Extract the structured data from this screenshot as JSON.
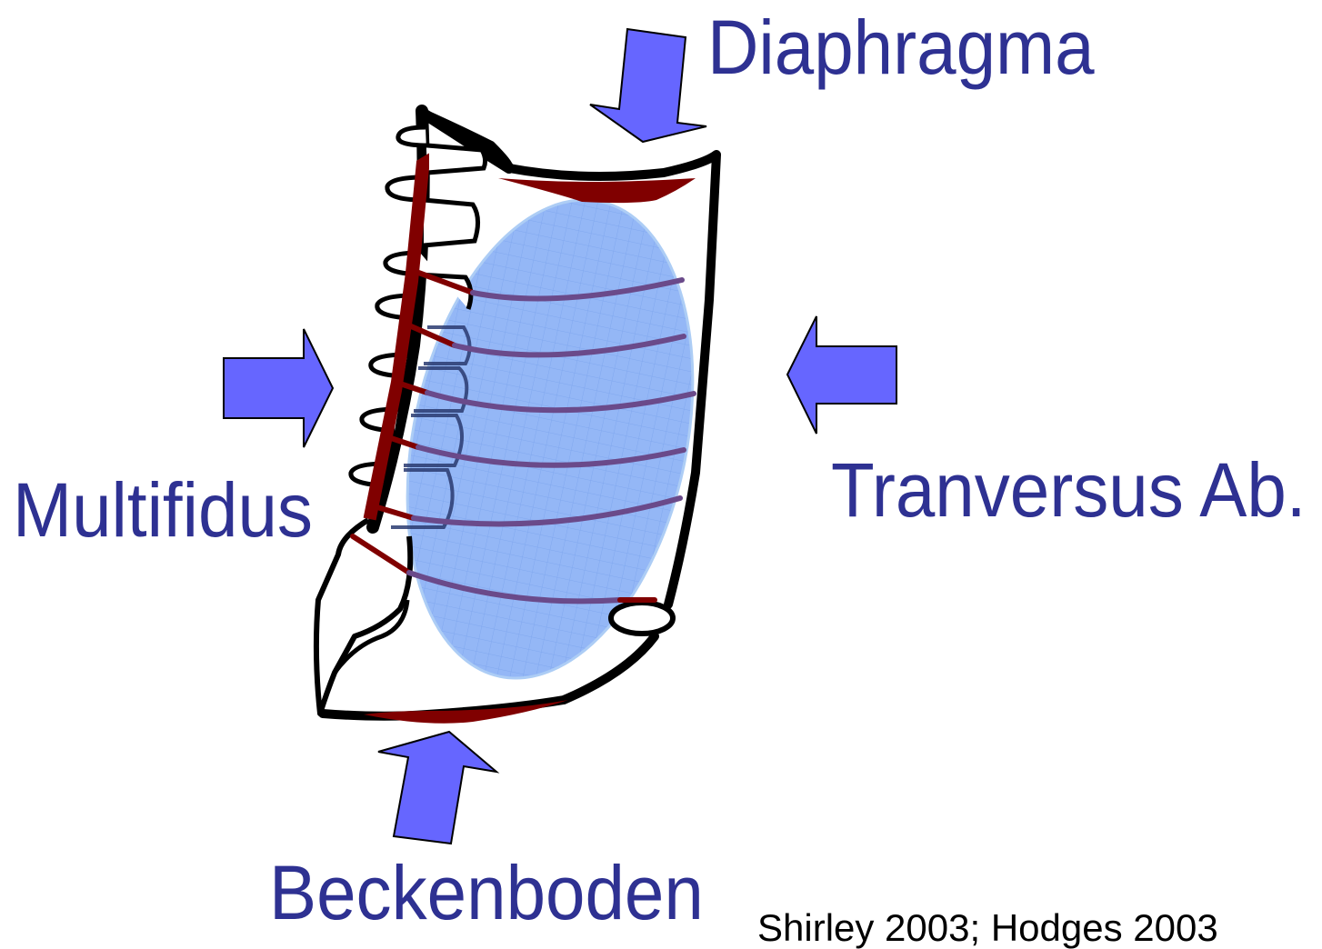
{
  "labels": {
    "diaphragma": "Diaphragma",
    "multifidus": "Multifidus",
    "transversus": "Tranversus Ab.",
    "beckenboden": "Beckenboden"
  },
  "citation": "Shirley 2003; Hodges 2003",
  "colors": {
    "label_text": "#2e3192",
    "arrow_fill": "#6666ff",
    "muscle": "#800000",
    "outline": "#000000",
    "pressure_zone": "#6fa0f2"
  }
}
